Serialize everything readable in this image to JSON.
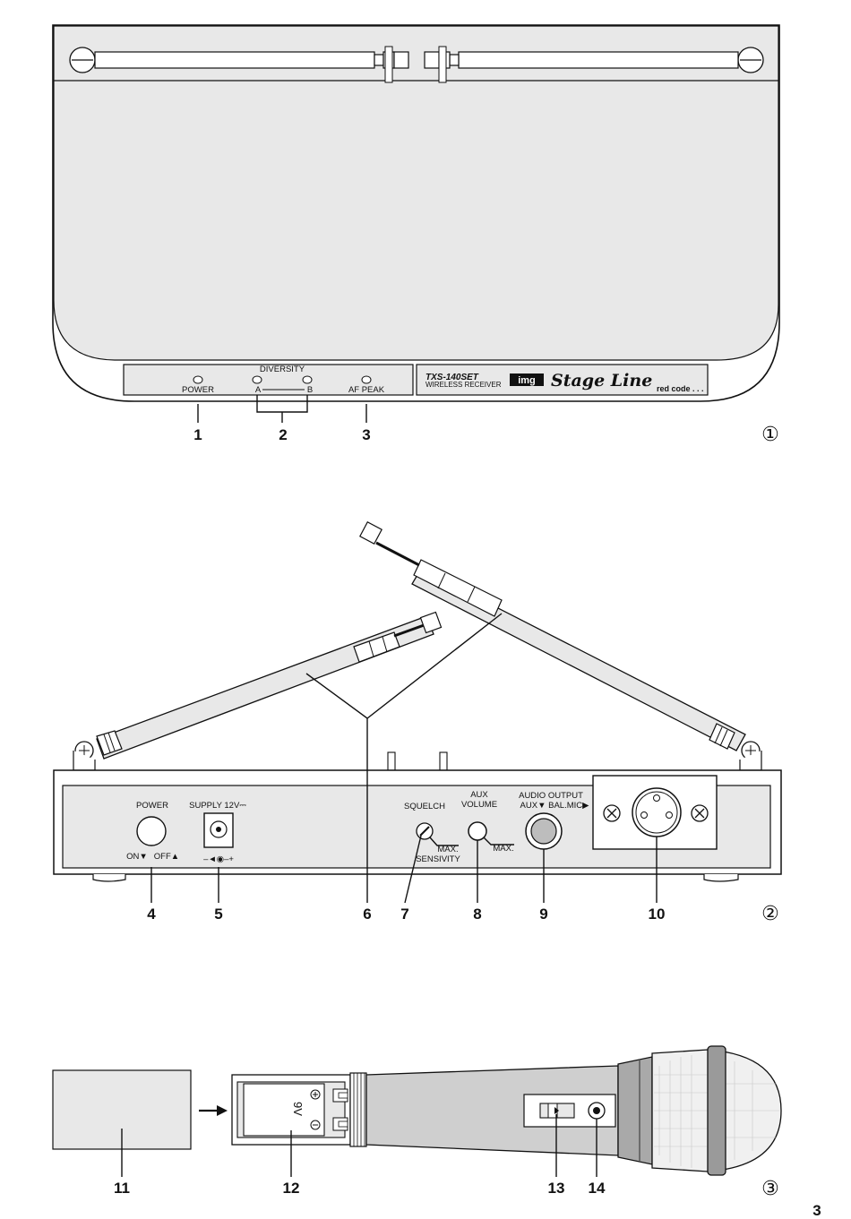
{
  "fig1": {
    "front_labels": {
      "power": "POWER",
      "diversity": "DIVERSITY",
      "a": "A",
      "b": "B",
      "af_peak": "AF PEAK"
    },
    "brand": {
      "model": "TXS-140SET",
      "subtitle": "WIRELESS RECEIVER",
      "logo_img": "img",
      "stage_line": "Stage Line",
      "red_code": "red code . . ."
    },
    "callouts": [
      "1",
      "2",
      "3"
    ],
    "fig_number": "①"
  },
  "fig2": {
    "rear_labels": {
      "power": "POWER",
      "on": "ON▼",
      "off": "OFF▲",
      "supply": "SUPPLY 12V⎓",
      "polarity": "–◄◉–+",
      "squelch": "SQUELCH",
      "max1": "MAX.",
      "sensivity": "SENSIVITY",
      "aux": "AUX",
      "volume": "VOLUME",
      "max2": "MAX.",
      "audio_output": "AUDIO OUTPUT",
      "aux_bal": "AUX▼  BAL.MIC▶"
    },
    "callouts": [
      "4",
      "5",
      "6",
      "7",
      "8",
      "9",
      "10"
    ],
    "fig_number": "②"
  },
  "fig3": {
    "battery_text": "9V",
    "callouts": [
      "11",
      "12",
      "13",
      "14"
    ],
    "fig_number": "③"
  },
  "page_number": "3"
}
